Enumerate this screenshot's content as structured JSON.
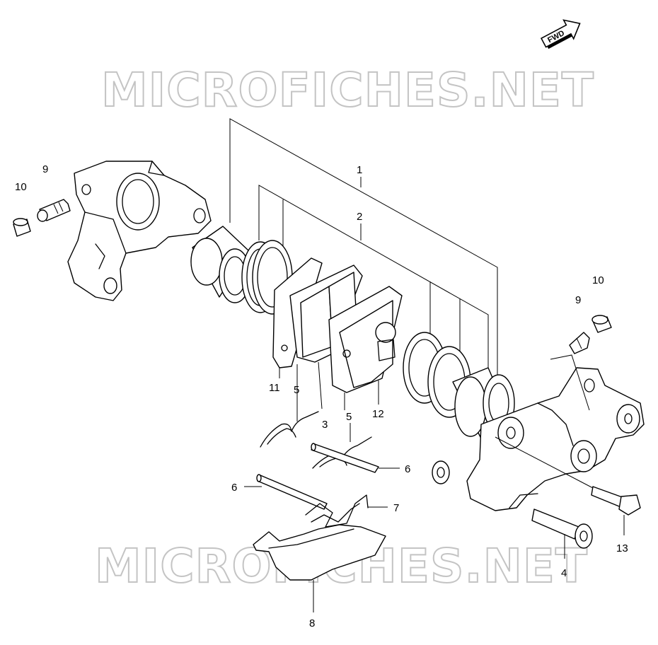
{
  "watermark": {
    "text": "MICROFICHES.NET"
  },
  "direction_badge": {
    "label": "FWD"
  },
  "callouts": {
    "c1": "1",
    "c2": "2",
    "c3": "3",
    "c4": "4",
    "c5a": "5",
    "c5b": "5",
    "c6a": "6",
    "c6b": "6",
    "c7": "7",
    "c8": "8",
    "c9a": "9",
    "c9b": "9",
    "c10a": "10",
    "c10b": "10",
    "c11": "11",
    "c12": "12",
    "c13": "13"
  }
}
